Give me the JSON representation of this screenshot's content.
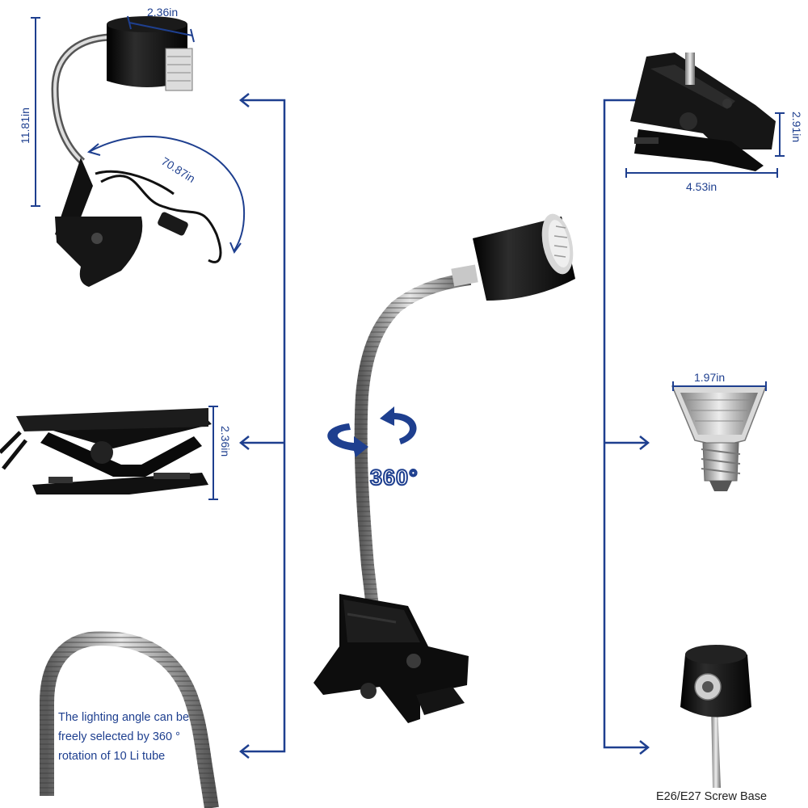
{
  "colors": {
    "accent": "#1e3f8f",
    "product": "#0d0d0d",
    "metal": "#9a9a9a",
    "background": "#ffffff"
  },
  "dimensions": {
    "socket_width": "2.36in",
    "total_height": "11.81in",
    "cable_length": "70.87in",
    "clip_height": "2.91in",
    "clip_width": "4.53in",
    "clip_open_height": "2.36in",
    "bulb_width": "1.97in"
  },
  "rotation_label": "360°",
  "note": "The lighting angle can be freely selected by 360 ° rotation of 10 Li tube",
  "base_caption": "E26/E27 Screw Base",
  "icons": [
    "arrow-left-icon",
    "arrow-right-icon",
    "rotation-arrow-icon"
  ]
}
